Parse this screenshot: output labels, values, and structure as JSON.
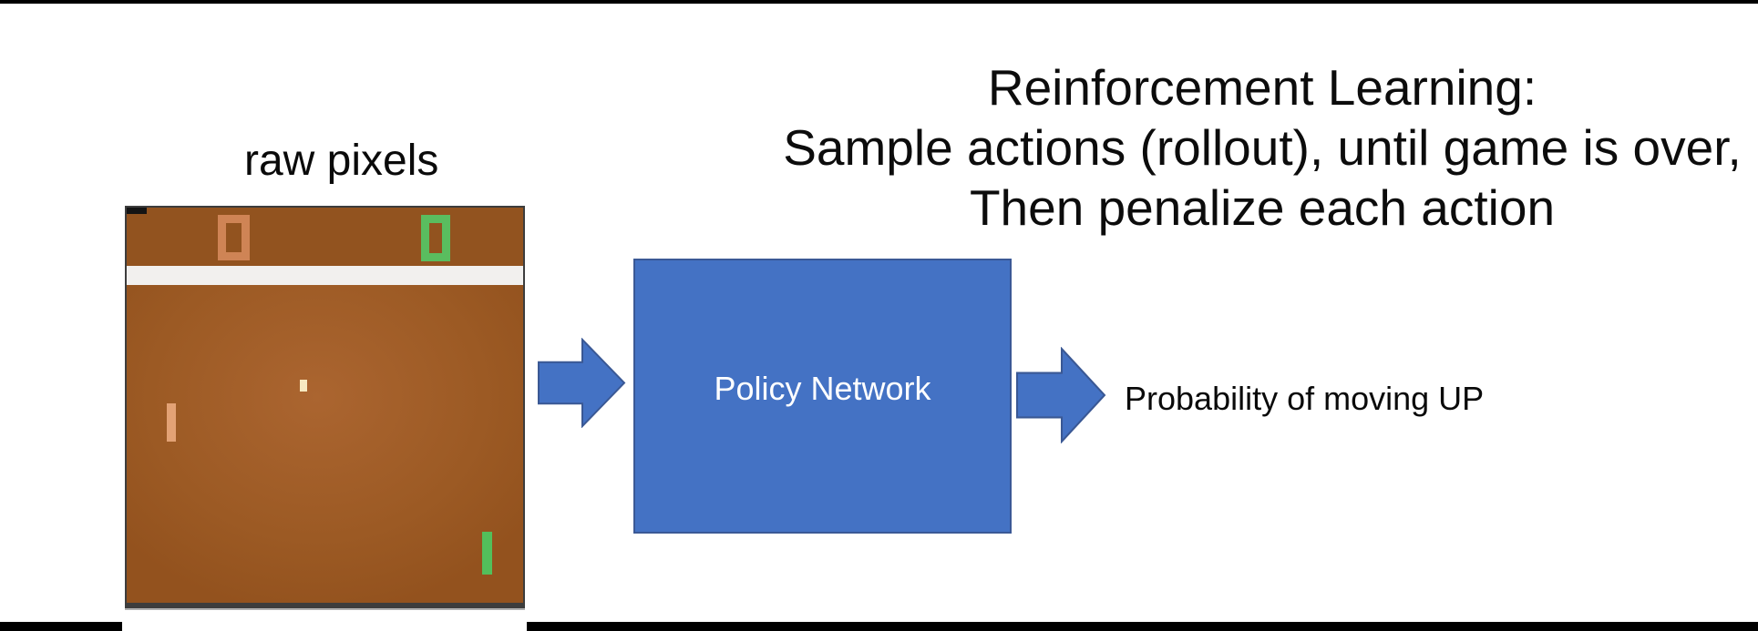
{
  "slide": {
    "title_lines": [
      "Reinforcement Learning:",
      "Sample actions (rollout), until game is over,",
      "Then penalize each action"
    ],
    "raw_pixels_label": "raw pixels",
    "policy_network_label": "Policy Network",
    "output_label": "Probability of moving UP"
  },
  "game_screen": {
    "description": "Atari Pong raw frame",
    "left_score": "0",
    "right_score": "0"
  },
  "colors": {
    "accent_blue": "#4472c4",
    "accent_blue_border": "#3b5996",
    "frame_black": "#000000",
    "field_brown": "#9c5a24",
    "score_area_brown": "#92531f",
    "divider_white": "#f2f0ee",
    "left_score_orange": "#cf8455",
    "right_score_green": "#5abd5f",
    "orange_paddle": "#e3a275",
    "green_paddle": "#53bf5b",
    "ball_cream": "#f7e9c0"
  }
}
